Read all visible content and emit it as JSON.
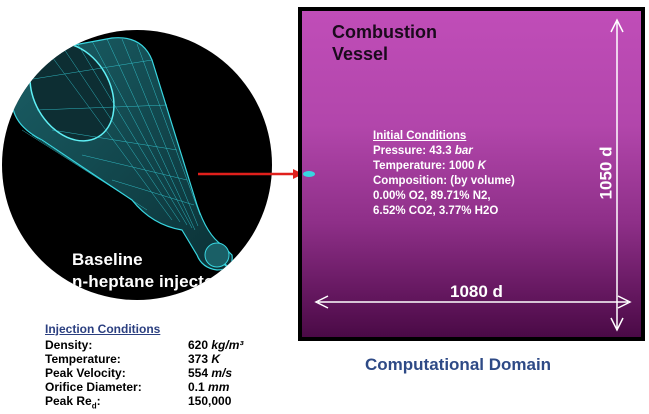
{
  "injector": {
    "caption_line1": "Baseline",
    "caption_line2": "n-heptane injector"
  },
  "vessel": {
    "title_line1": "Combustion",
    "title_line2": "Vessel",
    "dim_vertical": "1050 d",
    "dim_horizontal": "1080 d",
    "initial_conditions": {
      "heading": "Initial Conditions",
      "pressure_label": "Pressure: 43.3",
      "pressure_unit": "bar",
      "temperature_label": "Temperature: 1000",
      "temperature_unit": "K",
      "composition": "Composition: (by volume)",
      "composition_line1": "0.00% O2,  89.71% N2,",
      "composition_line2": "6.52% CO2,  3.77% H2O"
    }
  },
  "domain_title": "Computational Domain",
  "injection_conditions": {
    "heading": "Injection Conditions",
    "rows": [
      {
        "label": "Density:",
        "value": "620",
        "unit": "kg/m³"
      },
      {
        "label": "Temperature:",
        "value": "373",
        "unit": "K"
      },
      {
        "label": "Peak Velocity:",
        "value": "554",
        "unit": "m/s"
      },
      {
        "label": "Orifice Diameter:",
        "value": "0.1",
        "unit": "mm"
      },
      {
        "label": "Peak Re",
        "label_sub": "d",
        "label_tail": ":",
        "value": "150,000",
        "unit": ""
      }
    ]
  },
  "colors": {
    "mesh": "#38d6e0",
    "arrow": "#e0201c",
    "vessel_top": "#c04db8",
    "vessel_bottom": "#4a0a46",
    "heading_blue": "#2b3f80"
  }
}
